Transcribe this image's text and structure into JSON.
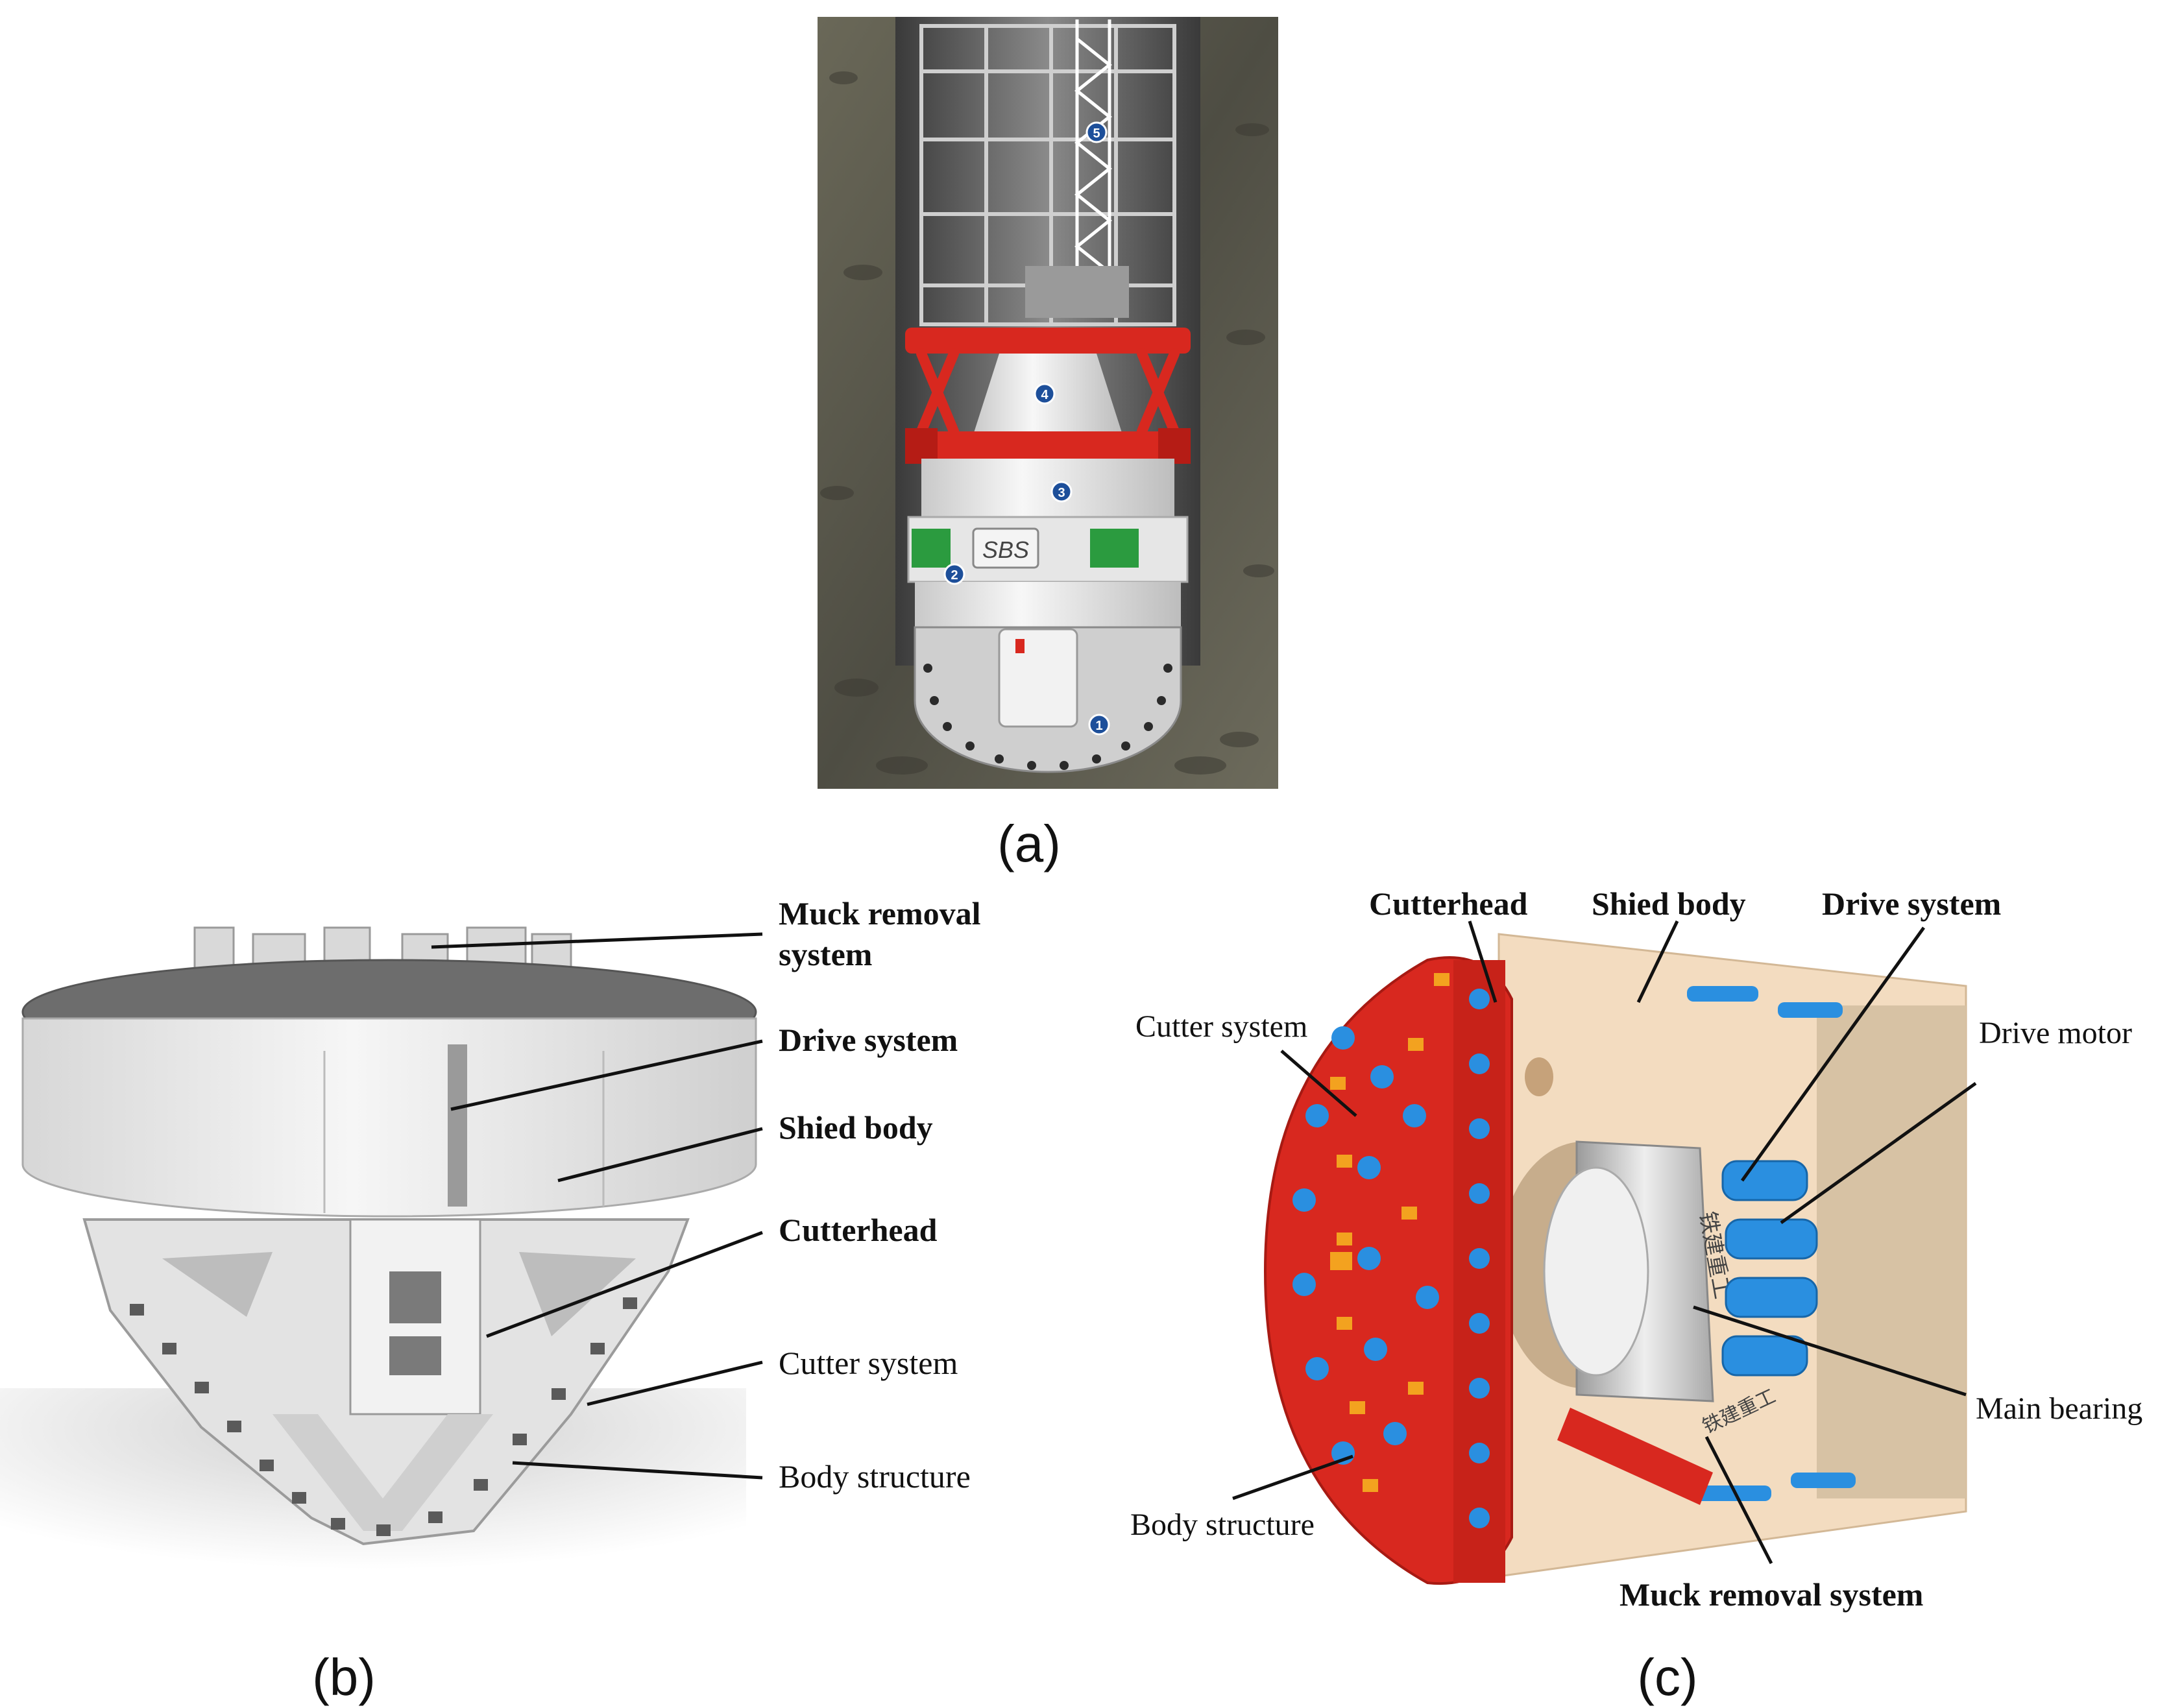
{
  "panel_a": {
    "caption": "(a)",
    "badge_sbs": "SBS",
    "markers": [
      "1",
      "2",
      "3",
      "4",
      "5"
    ]
  },
  "panel_b": {
    "caption": "(b)",
    "labels": {
      "muck_removal_line1": "Muck removal",
      "muck_removal_line2": "system",
      "drive_system": "Drive system",
      "shield_body": "Shied body",
      "cutterhead": "Cutterhead",
      "cutter_system": "Cutter system",
      "body_structure": "Body structure"
    }
  },
  "panel_c": {
    "caption": "(c)",
    "labels": {
      "cutterhead": "Cutterhead",
      "shield_body": "Shied body",
      "drive_system": "Drive system",
      "cutter_system": "Cutter system",
      "drive_motor": "Drive motor",
      "main_bearing": "Main bearing",
      "body_structure": "Body structure",
      "muck_removal": "Muck removal system"
    },
    "brand_text": "铁建重工"
  },
  "colors": {
    "rock": "#5b5a4e",
    "machine_red": "#d8281f",
    "machine_white": "#e9e9e9",
    "cream": "#f3dcc0",
    "blue_cylinder": "#2a8fe0",
    "orange_cutter": "#f3a21f",
    "marker_blue": "#1d4f9a"
  }
}
